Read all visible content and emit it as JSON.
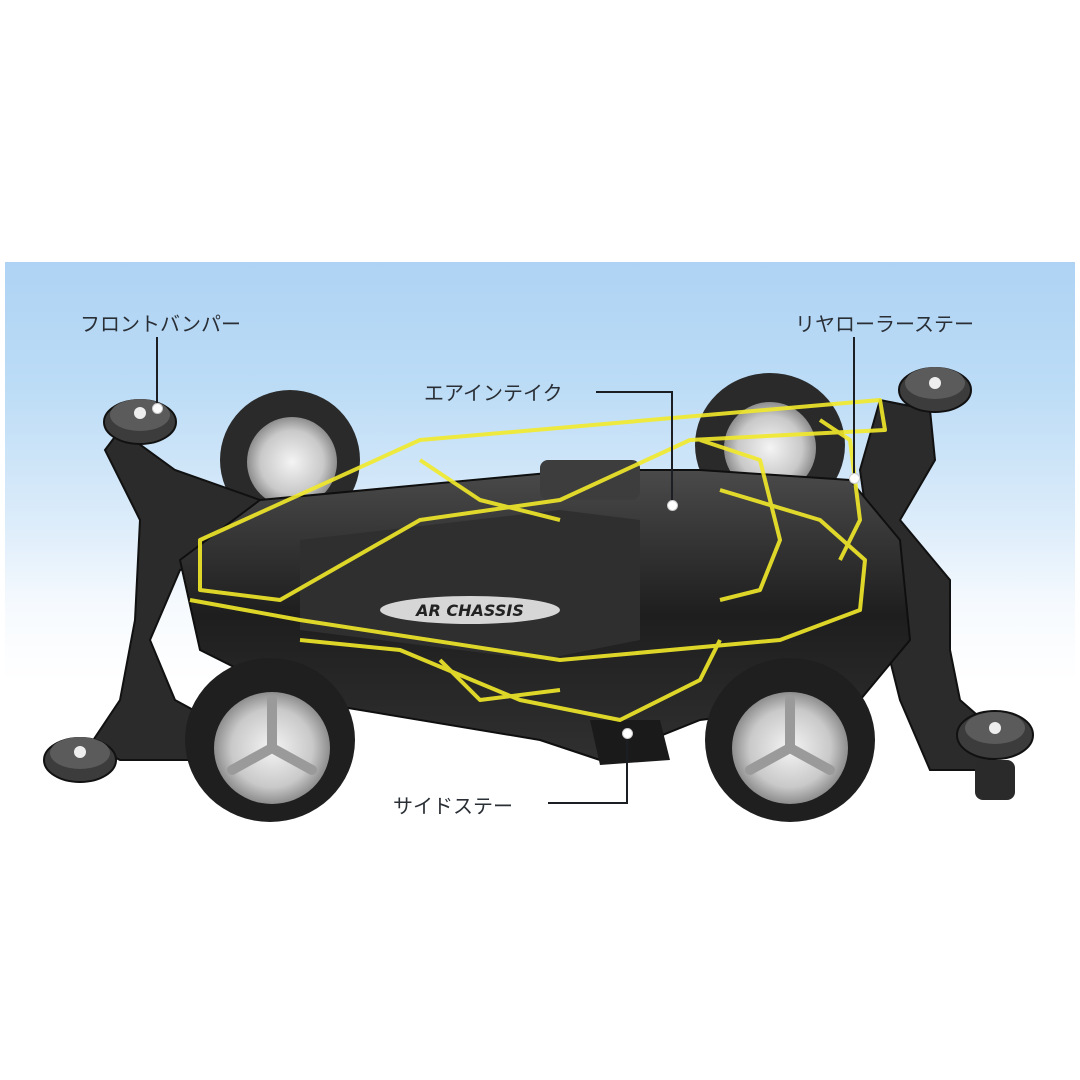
{
  "diagram": {
    "subject": "Mini 4WD chassis with body outline overlay",
    "chassis_logo_text": "AR CHASSIS",
    "background_color": "#aed3f4",
    "outline_color": "#f2ea2a",
    "callouts": [
      {
        "id": "front-bumper",
        "label": "フロントバンパー"
      },
      {
        "id": "air-intake",
        "label": "エアインテイク"
      },
      {
        "id": "rear-roller-stay",
        "label": "リヤローラーステー"
      },
      {
        "id": "side-stay",
        "label": "サイドステー"
      }
    ]
  }
}
